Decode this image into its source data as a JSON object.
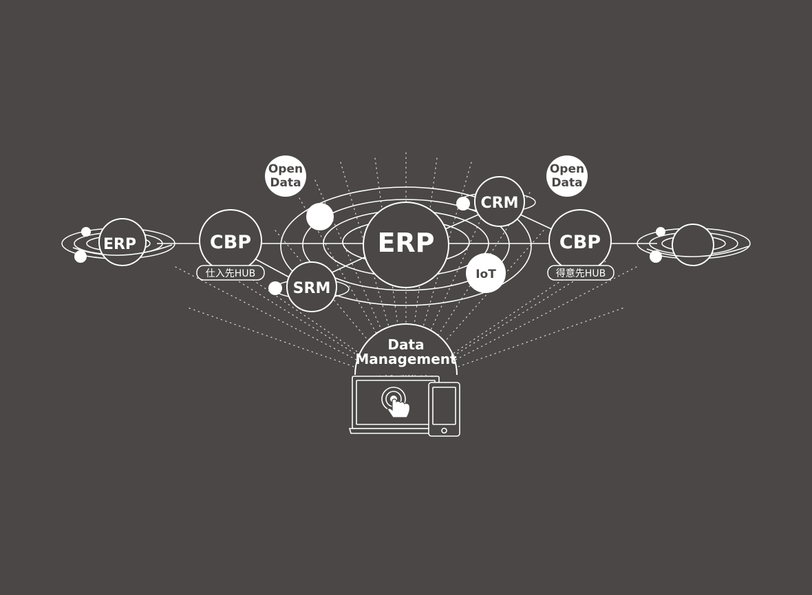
{
  "colors": {
    "background": "#4a4746",
    "line": "#ffffff",
    "dots": "#d9d6d3"
  },
  "diagram": {
    "center_node": {
      "label": "ERP"
    },
    "left_cbp": {
      "label": "CBP",
      "hub_label": "仕入先HUB"
    },
    "right_cbp": {
      "label": "CBP",
      "hub_label": "得意先HUB"
    },
    "left_planet": {
      "label": "ERP"
    },
    "srm": {
      "label": "SRM"
    },
    "crm": {
      "label": "CRM"
    },
    "iot": {
      "label": "IoT"
    },
    "open_data_left": {
      "line1": "Open",
      "line2": "Data"
    },
    "open_data_right": {
      "line1": "Open",
      "line2": "Data"
    },
    "data_management": {
      "line1": "Data",
      "line2": "Management"
    },
    "icons": [
      "touch-icon",
      "laptop-icon",
      "tablet-icon"
    ]
  }
}
